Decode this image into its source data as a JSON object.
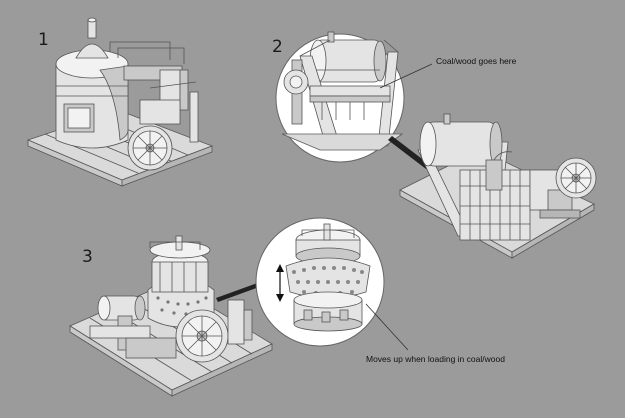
{
  "labels": {
    "step1": "1",
    "step2": "2",
    "step3": "3",
    "callout_coal": "Coal/wood goes here",
    "callout_moves": "Moves up when loading in coal/wood"
  },
  "colors": {
    "background": "#9b9b9b",
    "model_light": "#e4e4e4",
    "model_shadow": "#c9c9c9",
    "outline": "#555555"
  }
}
